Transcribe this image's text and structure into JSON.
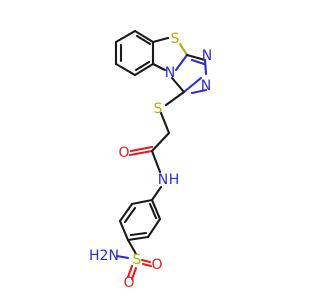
{
  "atoms": {
    "s_ring": {
      "label": "S",
      "color": "#b8b000"
    },
    "n_ring": {
      "label": "N",
      "color": "#2b2bdc"
    },
    "n_tri1": {
      "label": "N",
      "color": "#2b2bdc"
    },
    "n_tri2": {
      "label": "N",
      "color": "#2b2bdc"
    },
    "s_link": {
      "label": "S",
      "color": "#b8b000"
    },
    "o_amide": {
      "label": "O",
      "color": "#e41c1c"
    },
    "n_amide": {
      "label": "N",
      "color": "#2b2bdc"
    },
    "h_amide": {
      "label": "H",
      "color": "#2b2bdc"
    },
    "s_sulfonyl": {
      "label": "S",
      "color": "#b8b000"
    },
    "o_s1": {
      "label": "O",
      "color": "#e41c1c"
    },
    "o_s2": {
      "label": "O",
      "color": "#e41c1c"
    },
    "n_nh2": {
      "label": "H2N",
      "color": "#2b2bdc"
    }
  }
}
